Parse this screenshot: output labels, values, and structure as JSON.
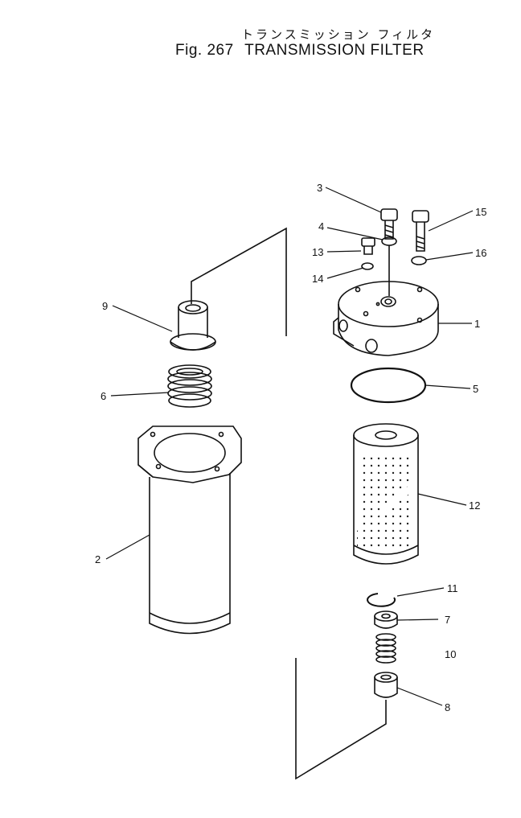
{
  "header": {
    "title_jp": "トランスミッション フィルタ",
    "fig_label": "Fig. 267",
    "title_en": "TRANSMISSION FILTER"
  },
  "callouts": {
    "c1": "1",
    "c2": "2",
    "c3": "3",
    "c4": "4",
    "c5": "5",
    "c6": "6",
    "c7": "7",
    "c8": "8",
    "c9": "9",
    "c10": "10",
    "c11": "11",
    "c12": "12",
    "c13": "13",
    "c14": "14",
    "c15": "15",
    "c16": "16"
  }
}
